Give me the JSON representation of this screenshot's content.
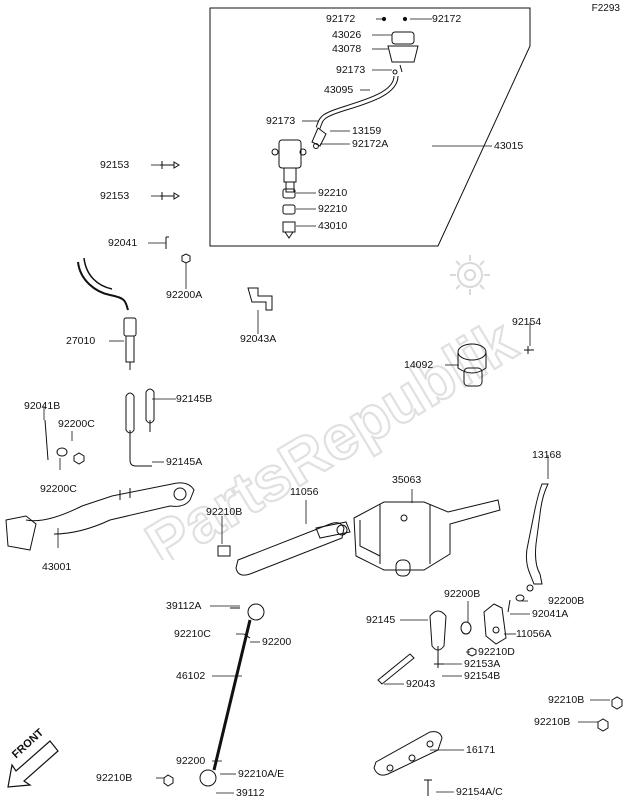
{
  "diagram": {
    "figure_code": "F2293",
    "watermark": "PartsRepublik",
    "front_mark": "FRONT",
    "parts": [
      "92172",
      "92172",
      "43026",
      "43078",
      "92173",
      "43095",
      "92173",
      "13159",
      "92172A",
      "43015",
      "92210",
      "92210",
      "43010",
      "92153",
      "92153",
      "92041",
      "92200A",
      "27010",
      "92043A",
      "92154",
      "14092",
      "92041B",
      "92145B",
      "92200C",
      "92200C",
      "92145A",
      "13168",
      "43001",
      "92210B",
      "11056",
      "35063",
      "92200B",
      "92200B",
      "92041A",
      "39112A",
      "92145",
      "11056A",
      "92210C",
      "92200",
      "92210D",
      "92153A",
      "46102",
      "92043",
      "92154B",
      "92210B",
      "92210B",
      "92200",
      "16171",
      "92210A/E",
      "92210B",
      "39112",
      "92154A/C"
    ]
  }
}
